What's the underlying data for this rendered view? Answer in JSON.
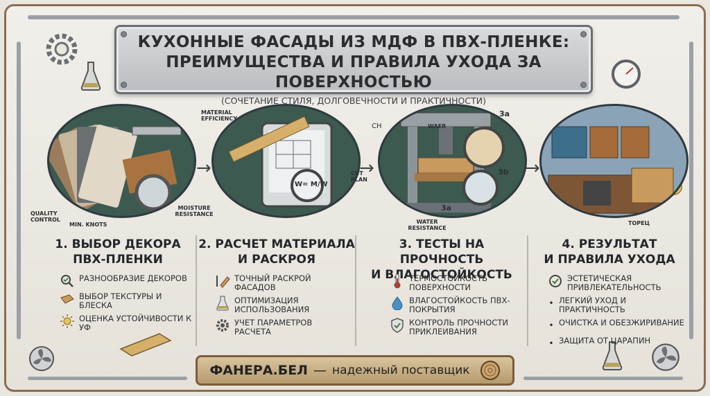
{
  "header": {
    "title_line1": "КУХОННЫЕ ФАСАДЫ ИЗ МДФ В ПВХ-ПЛЕНКЕ:",
    "title_line2": "ПРЕИМУЩЕСТВА И ПРАВИЛА УХОДА ЗА ПОВЕРХНОСТЬЮ",
    "subtitle": "(СОЧЕТАНИЕ СТИЛЯ, ДОЛГОВЕЧНОСТИ И ПРАКТИЧНОСТИ)"
  },
  "scene_labels": {
    "quality_control": "QUALITY CONTROL",
    "min_knots": "MIN. KNOTS",
    "moisture_resistance": "MOISTURE RESISTANCE",
    "material_efficiency": "MATERIAL EFFICIENCY",
    "formula": "W= M/W",
    "cut_plan": "CUT PLAN",
    "ch": "CH",
    "water": "WAER",
    "label_3a_top": "3a",
    "label_3b": "3b",
    "label_3a_bottom": "3a",
    "water_resistance": "WATER RESISTANCE",
    "torets": "ТОРЕЦ"
  },
  "steps": [
    {
      "title_line1": "1. ВЫБОР ДЕКОРА",
      "title_line2": "ПВХ-ПЛЕНКИ",
      "bullets": [
        {
          "icon": "magnifier-check-icon",
          "text": "Разнообразие декоров"
        },
        {
          "icon": "wood-sample-icon",
          "text": "Выбор текстуры и блеска"
        },
        {
          "icon": "sun-icon",
          "text": "Оценка устойчивости к УФ"
        }
      ]
    },
    {
      "title_line1": "2. РАСЧЕТ МАТЕРИАЛА",
      "title_line2": "И РАСКРОЯ",
      "bullets": [
        {
          "icon": "ruler-saw-icon",
          "text": "Точный раскрой фасадов"
        },
        {
          "icon": "flask-icon",
          "text": "Оптимизация использования"
        },
        {
          "icon": "gear-icon",
          "text": "Учет параметров расчета"
        }
      ]
    },
    {
      "title_line1": "3. ТЕСТЫ НА ПРОЧНОСТЬ",
      "title_line2": "И ВЛАГОСТОЙКОСТЬ",
      "bullets": [
        {
          "icon": "thermometer-icon",
          "text": "Термостойкость поверхности"
        },
        {
          "icon": "water-drop-icon",
          "text": "Влагостойкость ПВХ-покрытия"
        },
        {
          "icon": "shield-check-icon",
          "text": "Контроль прочности приклеивания"
        }
      ]
    },
    {
      "title_line1": "4. РЕЗУЛЬТАТ",
      "title_line2": "И ПРАВИЛА УХОДА",
      "bullets": [
        {
          "icon": "check-circle-icon",
          "text": "Эстетическая привлекательность"
        },
        {
          "icon": "",
          "text": "Легкий уход и практичность"
        },
        {
          "icon": "",
          "text": "Очистка и обезжиривание"
        },
        {
          "icon": "",
          "text": "Защита от царапин"
        }
      ]
    }
  ],
  "footer": {
    "brand": "ФАНЕРА.БЕЛ",
    "separator": "—",
    "tagline": "надежный поставщик"
  },
  "colors": {
    "frame": "#8a6d52",
    "plate": "#b9bcc0",
    "footer_plate": "#c8b083",
    "scene_green": "#3c5a4f"
  }
}
